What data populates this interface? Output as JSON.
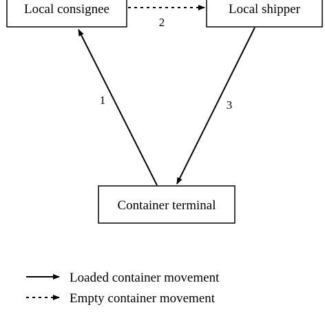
{
  "nodes": {
    "consignee": "Local consignee",
    "shipper": "Local shipper",
    "terminal": "Container terminal"
  },
  "edges": {
    "terminal_to_consignee": "1",
    "consignee_to_shipper": "2",
    "shipper_to_terminal": "3"
  },
  "legend": {
    "loaded": "Loaded container movement",
    "empty": "Empty container movement"
  }
}
